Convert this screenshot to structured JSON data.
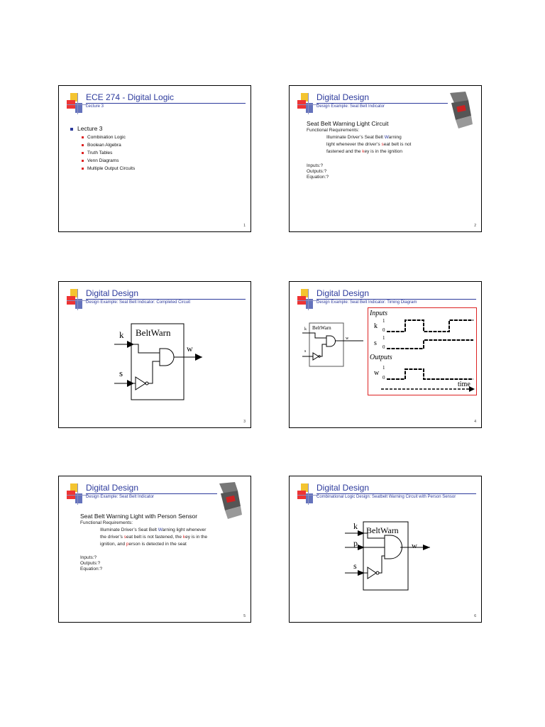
{
  "slides": [
    {
      "title": "ECE 274 - Digital Logic",
      "subtitle": "Lecture 3",
      "page": "1",
      "bullet": "Lecture 3",
      "subbullets": [
        "Combination Logic",
        "Boolean Algebra",
        "Truth Tables",
        "Venn Diagrams",
        "Multiple Output Circuits"
      ]
    },
    {
      "title": "Digital Design",
      "subtitle": "Design Example: Seat Belt Indicator",
      "page": "2",
      "heading": "Seat Belt Warning Light Circuit",
      "req_label": "Functional Requirements:",
      "req_l1a": "Illuminate Driver’s Seat Belt ",
      "req_l1b": "W",
      "req_l1c": "arning",
      "req_l2a": "light whenever the driver’s ",
      "req_l2b": "s",
      "req_l2c": "eat belt is not",
      "req_l3a": "fastened and the ",
      "req_l3b": "k",
      "req_l3c": "ey is in the ignition",
      "inputs": "Inputs:?",
      "outputs": "Outputs:?",
      "equation": "Equation:?"
    },
    {
      "title": "Digital Design",
      "subtitle": "Design Example: Seat Belt Indicator: Completed Circuit",
      "page": "3",
      "block": "BeltWarn",
      "in1": "k",
      "in2": "s",
      "out": "w"
    },
    {
      "title": "Digital Design",
      "subtitle": "Design Example: Seat Belt Indicator: Timing Diagram",
      "page": "4",
      "block": "BeltWarn",
      "in1": "k",
      "in2": "s",
      "out": "w",
      "inputs_label": "Inputs",
      "outputs_label": "Outputs",
      "time_label": "time",
      "k_label": "k",
      "s_label": "s",
      "w_label": "w",
      "one": "1",
      "zero": "0"
    },
    {
      "title": "Digital Design",
      "subtitle": "Design Example: Seat Belt Indicator",
      "page": "5",
      "heading": "Seat Belt Warning Light with Person Sensor",
      "req_label": "Functional Requirements:",
      "req_l1a": "Illuminate Driver’s Seat Belt ",
      "req_l1b": "W",
      "req_l1c": "arning light whenever",
      "req_l2a": "the driver’s ",
      "req_l2b": "s",
      "req_l2c": "eat belt is not fastened, the ",
      "req_l2d": "k",
      "req_l2e": "ey is in the",
      "req_l3a": "ignition, and ",
      "req_l3b": "p",
      "req_l3c": "erson is detected in the seat",
      "inputs": "Inputs:?",
      "outputs": "Outputs:?",
      "equation": "Equation:?"
    },
    {
      "title": "Digital Design",
      "subtitle": "Combinational Logic Design: Seatbelt Warning Circuit with Person Sensor",
      "page": "6",
      "block": "BeltWarn",
      "in1": "k",
      "in2": "p",
      "in3": "s",
      "out": "w"
    }
  ]
}
